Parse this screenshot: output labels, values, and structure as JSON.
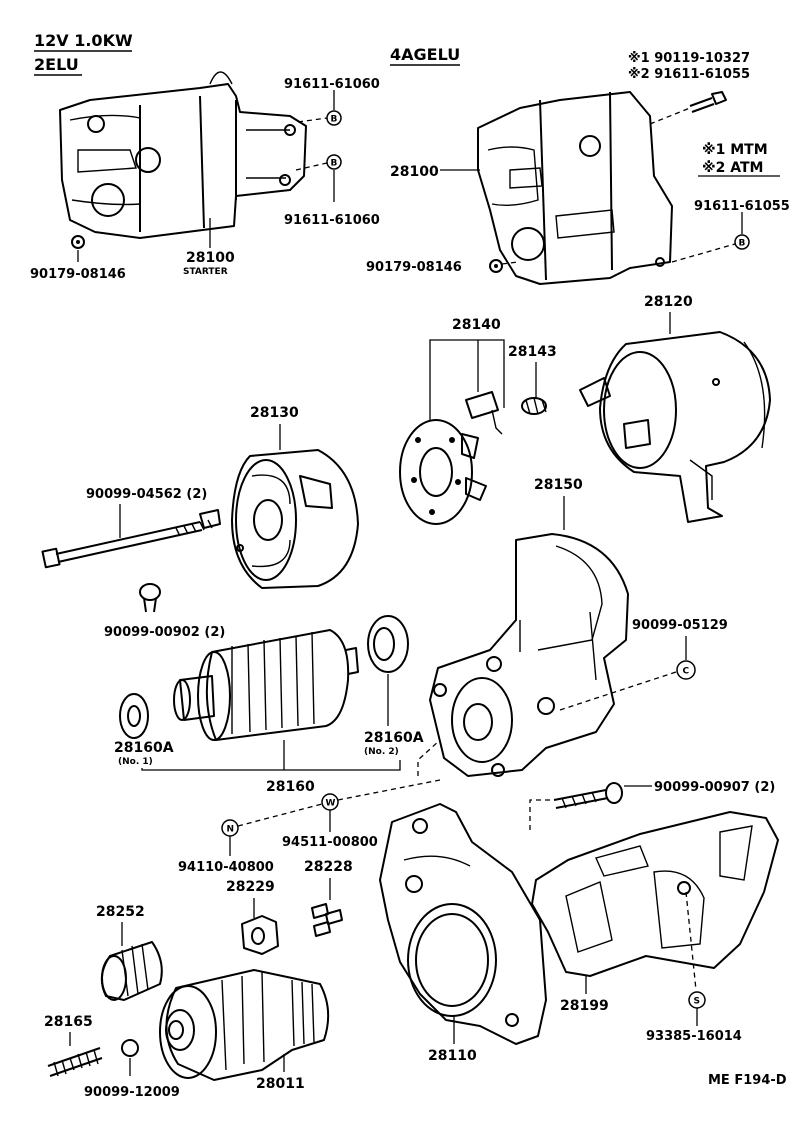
{
  "header": {
    "spec": "12V 1.0KW",
    "engine_a": "2ELU",
    "engine_b": "4AGELU"
  },
  "notes": {
    "line1": "※1 90119-10327",
    "line2": "※2 91611-61055",
    "legend1": "※1 MTM",
    "legend2": "※2 ATM"
  },
  "markers": {
    "b": "B",
    "c": "C",
    "n": "N",
    "w": "W",
    "s": "S"
  },
  "parts": {
    "p91611_61060_top": "91611-61060",
    "p91611_61060_bot": "91611-61060",
    "p28100_a": "28100",
    "starter": "STARTER",
    "p90179_08146_a": "90179-08146",
    "p28100_b": "28100",
    "p91611_61055": "91611-61055",
    "p90179_08146_b": "90179-08146",
    "p28140": "28140",
    "p28143": "28143",
    "p28120": "28120",
    "p28130": "28130",
    "p90099_04562": "90099-04562 (2)",
    "p28150": "28150",
    "p90099_00902": "90099-00902 (2)",
    "p90099_05129": "90099-05129",
    "p28160A_1": "28160A",
    "no1": "(No. 1)",
    "p28160A_2": "28160A",
    "no2": "(No. 2)",
    "p28160": "28160",
    "p90099_00907": "90099-00907 (2)",
    "p94511_00800": "94511-00800",
    "p94110_40800": "94110-40800",
    "p28229": "28229",
    "p28228": "28228",
    "p28252": "28252",
    "p28199": "28199",
    "p28165": "28165",
    "p93385_16014": "93385-16014",
    "p28110": "28110",
    "p90099_12009": "90099-12009",
    "p28011": "28011"
  },
  "figure_code": "ME F194-D"
}
